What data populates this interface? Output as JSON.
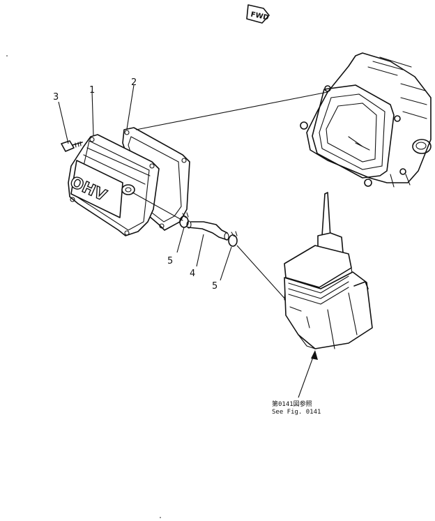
{
  "direction_marker": {
    "label": "FWD",
    "icon": "forward-arrow-icon"
  },
  "callouts": [
    {
      "number": "1"
    },
    {
      "number": "2"
    },
    {
      "number": "3"
    },
    {
      "number": "4"
    },
    {
      "number": "5"
    },
    {
      "number": "5"
    }
  ],
  "cover_lettering": "OHV",
  "reference_note": {
    "line1": "第0141図参照",
    "line2": "See Fig. 0141"
  }
}
